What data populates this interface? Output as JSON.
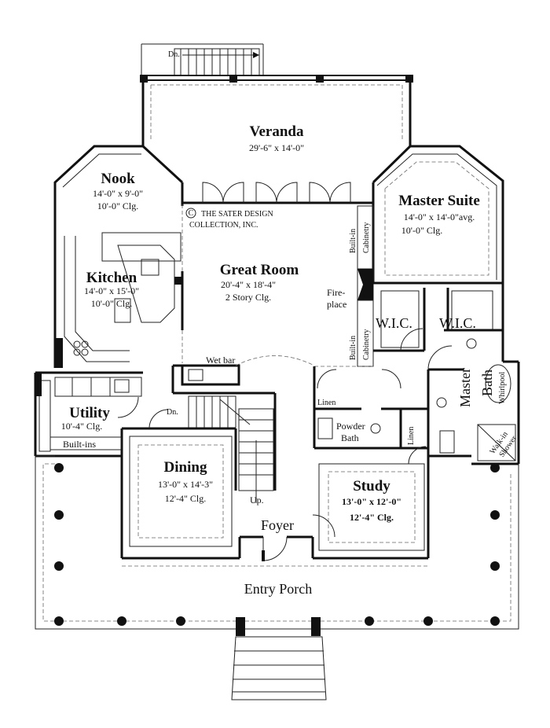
{
  "rooms": {
    "veranda": {
      "name": "Veranda",
      "dims": "29'-6\" x 14'-0\""
    },
    "nook": {
      "name": "Nook",
      "dims": "14'-0\" x 9'-0\"",
      "clg": "10'-0\" Clg."
    },
    "master": {
      "name": "Master Suite",
      "dims": "14'-0\" x 14'-0\"avg.",
      "clg": "10'-0\"  Clg."
    },
    "great": {
      "name": "Great Room",
      "dims": "20'-4\" x 18'-4\"",
      "clg": "2 Story Clg."
    },
    "kitchen": {
      "name": "Kitchen",
      "dims": "14'-0\" x 15'-0\"",
      "clg": "10'-0\" Clg."
    },
    "utility": {
      "name": "Utility",
      "clg": "10'-4\" Clg."
    },
    "dining": {
      "name": "Dining",
      "dims": "13'-0\" x 14'-3\"",
      "clg": "12'-4\" Clg."
    },
    "study": {
      "name": "Study",
      "dims": "13'-0\" x 12'-0\"",
      "clg": "12'-4\" Clg."
    },
    "foyer": {
      "name": "Foyer"
    },
    "porch": {
      "name": "Entry Porch"
    },
    "powder": {
      "line1": "Powder",
      "line2": "Bath"
    }
  },
  "labels": {
    "copyright_symbol": "C",
    "copyright_line1": "THE SATER DESIGN",
    "copyright_line2": "COLLECTION, INC.",
    "dn_top": "Dn.",
    "dn_stair": "Dn.",
    "up": "Up.",
    "wet_bar": "Wet bar",
    "fireplace_1": "Fire-",
    "fireplace_2": "place",
    "builtin_cab_1": "Built-in",
    "builtin_cab_2": "Cabinetry",
    "builtin_cab_3": "Built-in",
    "builtin_cab_4": "Cabinetry",
    "wic_1": "W.I.C.",
    "wic_2": "W.I.C.",
    "master_bath_1": "Master",
    "master_bath_2": "Bath",
    "whirlpool": "Whirlpool",
    "walkin_1": "Walk-in",
    "walkin_2": "Shower",
    "linen_1": "Linen",
    "linen_2": "Linen",
    "builtins": "Built-ins"
  }
}
